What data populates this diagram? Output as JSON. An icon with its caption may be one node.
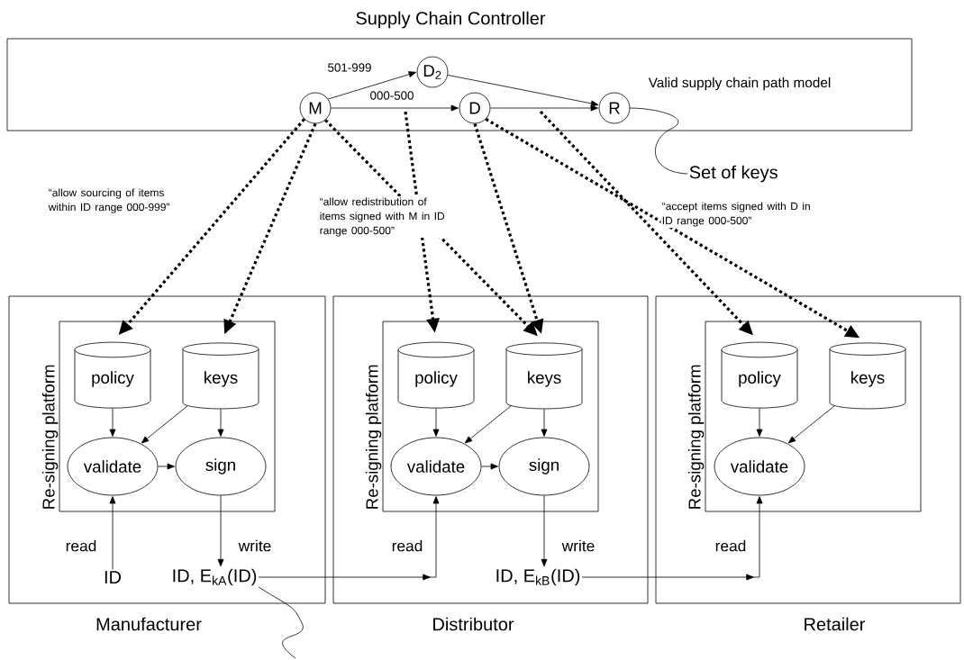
{
  "diagram": {
    "nodes": [
      {
        "text": [
          "Supply Chain Controller",
          "Valid supply chain path model"
        ]
      },
      {
        "text": [
          "M"
        ],
        "in": 0
      },
      {
        "text": [
          "D$_{2}$"
        ],
        "in": 0
      },
      {
        "text": [
          "D"
        ],
        "in": 0
      },
      {
        "text": [
          "R"
        ],
        "in": 0
      },
      {
        "text": [
          "Set of keys"
        ]
      },
      {
        "text": [
          "Manufacturer"
        ]
      },
      {
        "text": [
          "Re-signing platform"
        ],
        "in": 6
      },
      {
        "text": [
          "policy"
        ],
        "in": 7
      },
      {
        "text": [
          "keys"
        ],
        "in": 7
      },
      {
        "text": [
          "validate"
        ],
        "in": 7
      },
      {
        "text": [
          "sign"
        ],
        "in": 7
      },
      {
        "text": [
          "ID"
        ],
        "in": 6
      },
      {
        "text": [
          "ID, E$_{kA}$(ID)"
        ],
        "in": 6
      },
      {
        "text": [
          "Distributor"
        ]
      },
      {
        "text": [
          "Re-signing platform"
        ],
        "in": 14
      },
      {
        "text": [
          "policy"
        ],
        "in": 15
      },
      {
        "text": [
          "keys"
        ],
        "in": 15
      },
      {
        "text": [
          "validate"
        ],
        "in": 15
      },
      {
        "text": [
          "sign"
        ],
        "in": 15
      },
      {
        "text": [
          "ID, E$_{kB}$(ID)"
        ],
        "in": 14
      },
      {
        "text": [
          "Retailer"
        ]
      },
      {
        "text": [
          "Re-signing platform"
        ],
        "in": 21
      },
      {
        "text": [
          "policy"
        ],
        "in": 22
      },
      {
        "text": [
          "keys"
        ],
        "in": 22
      },
      {
        "text": [
          "validate"
        ],
        "in": 22
      }
    ],
    "edges": [
      {
        "from": 1,
        "to": 2,
        "arrow": "to",
        "label": "501-999"
      },
      {
        "from": 1,
        "to": 3,
        "arrow": "to",
        "label": "000-500"
      },
      {
        "from": 2,
        "to": 4,
        "arrow": "to"
      },
      {
        "from": 3,
        "to": 4,
        "arrow": "to"
      },
      {
        "from": 5,
        "to": 4,
        "arrow": "none"
      },
      {
        "from": 1,
        "to": 8,
        "arrow": "to",
        "style": "dashed"
      },
      {
        "from": 1,
        "to": 9,
        "arrow": "to",
        "style": "dashed"
      },
      {
        "from": 1,
        "to": 17,
        "arrow": "to",
        "style": "dashed"
      },
      {
        "from": 0,
        "to": 16,
        "arrow": "to",
        "style": "dashed"
      },
      {
        "from": 3,
        "to": 17,
        "arrow": "to",
        "style": "dashed"
      },
      {
        "from": 3,
        "to": 24,
        "arrow": "to",
        "style": "dashed"
      },
      {
        "from": 0,
        "to": 23,
        "arrow": "to",
        "style": "dashed"
      },
      {
        "from": 8,
        "to": 10,
        "arrow": "to"
      },
      {
        "from": 9,
        "to": 10,
        "arrow": "to"
      },
      {
        "from": 9,
        "to": 11,
        "arrow": "to"
      },
      {
        "from": 10,
        "to": 11,
        "arrow": "to"
      },
      {
        "from": 12,
        "to": 10,
        "arrow": "to",
        "label": "read"
      },
      {
        "from": 11,
        "to": 13,
        "arrow": "to",
        "label": "write"
      },
      {
        "from": 13,
        "to": 18,
        "arrow": "to",
        "label": "read"
      },
      {
        "from": 16,
        "to": 18,
        "arrow": "to"
      },
      {
        "from": 17,
        "to": 18,
        "arrow": "to"
      },
      {
        "from": 17,
        "to": 19,
        "arrow": "to"
      },
      {
        "from": 18,
        "to": 19,
        "arrow": "to"
      },
      {
        "from": 19,
        "to": 20,
        "arrow": "to",
        "label": "write"
      },
      {
        "from": 20,
        "to": 25,
        "arrow": "to",
        "label": "read"
      },
      {
        "from": 23,
        "to": 25,
        "arrow": "to"
      },
      {
        "from": 24,
        "to": 25,
        "arrow": "to"
      },
      {
        "from": 13,
        "to": null,
        "arrow": "none"
      }
    ],
    "labels": [
      "“allow sourcing of items within ID range 000-999”",
      "“allow redistribution of items signed with M in ID range 000-500”",
      "“accept items signed with D in ID range 000-500”"
    ]
  }
}
